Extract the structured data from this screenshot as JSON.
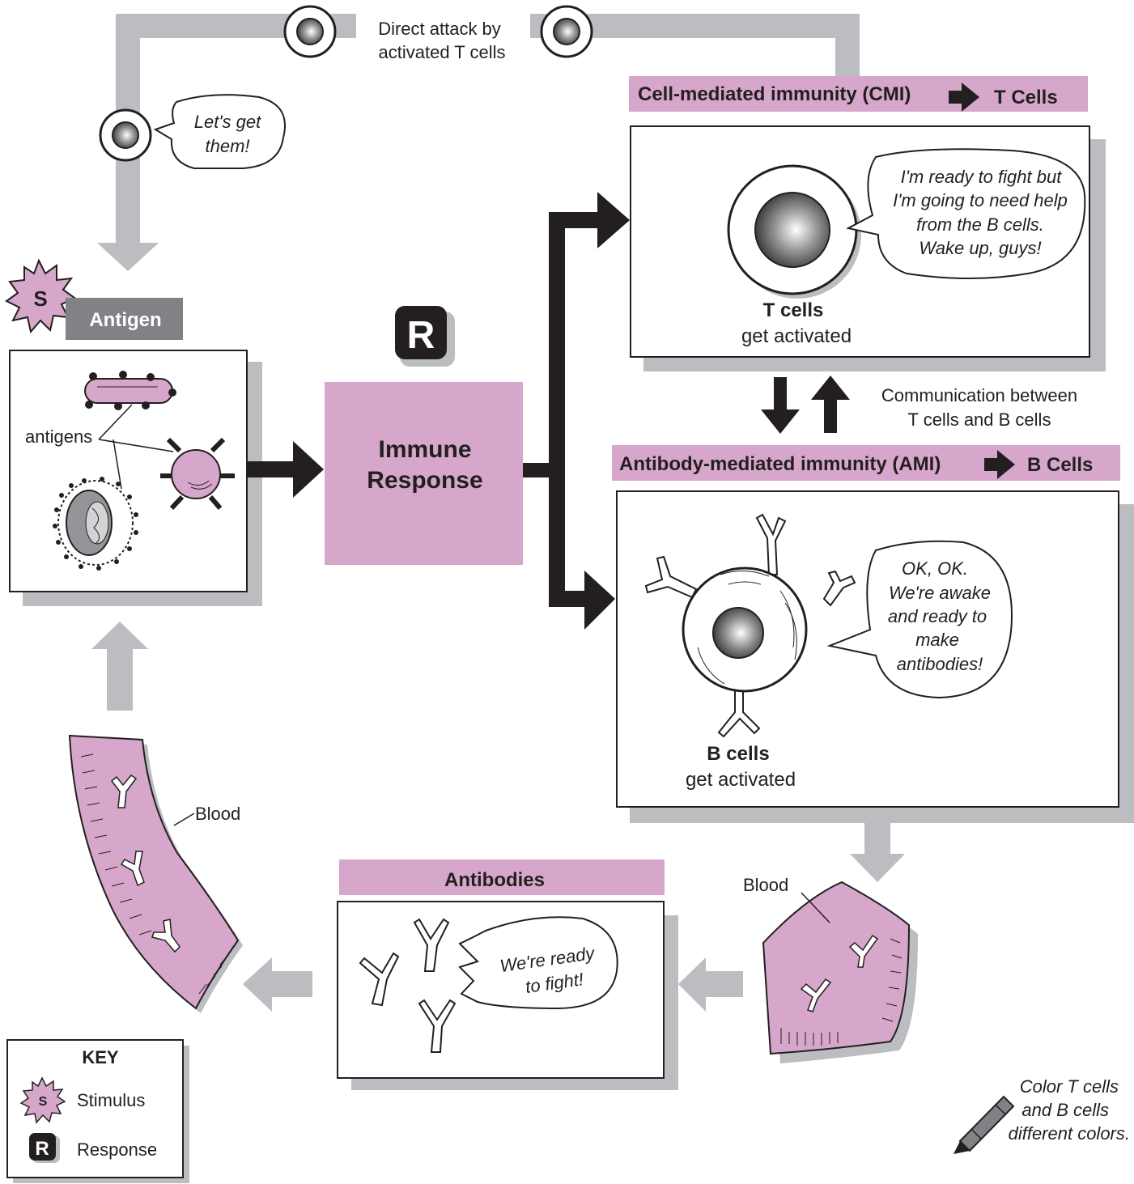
{
  "top_arrow_label": [
    "Direct attack by",
    "activated T cells"
  ],
  "t_cell_speech_small": [
    "Let's get",
    "them!"
  ],
  "antigen": {
    "stimulus_letter": "S",
    "title": "Antigen",
    "pointer_label": "antigens"
  },
  "response": {
    "badge_letter": "R",
    "box_lines": [
      "Immune",
      "Response"
    ]
  },
  "cmi": {
    "header_left": "Cell-mediated immunity (CMI)",
    "header_right": "T Cells",
    "speech": [
      "I'm ready to fight but",
      "I'm going to need help",
      "from the B cells.",
      "Wake up, guys!"
    ],
    "cell_title": "T cells",
    "cell_sub": "get activated"
  },
  "communication": [
    "Communication between",
    "T cells and B cells"
  ],
  "ami": {
    "header_left": "Antibody-mediated immunity (AMI)",
    "header_right": "B Cells",
    "speech": [
      "OK, OK.",
      "We're awake",
      "and ready to",
      "make",
      "antibodies!"
    ],
    "cell_title": "B cells",
    "cell_sub": "get activated"
  },
  "blood_label_left": "Blood",
  "blood_label_right": "Blood",
  "antibodies": {
    "title": "Antibodies",
    "speech": [
      "We're ready",
      "to fight!"
    ]
  },
  "key": {
    "title": "KEY",
    "stimulus_letter": "S",
    "stimulus_label": "Stimulus",
    "response_letter": "R",
    "response_label": "Response"
  },
  "color_note": [
    "Color T cells",
    "and B cells",
    "different colors."
  ],
  "colors": {
    "pink": "#d7a7cb",
    "gray_arrow": "#bcbdc0",
    "dark": "#231f20"
  }
}
